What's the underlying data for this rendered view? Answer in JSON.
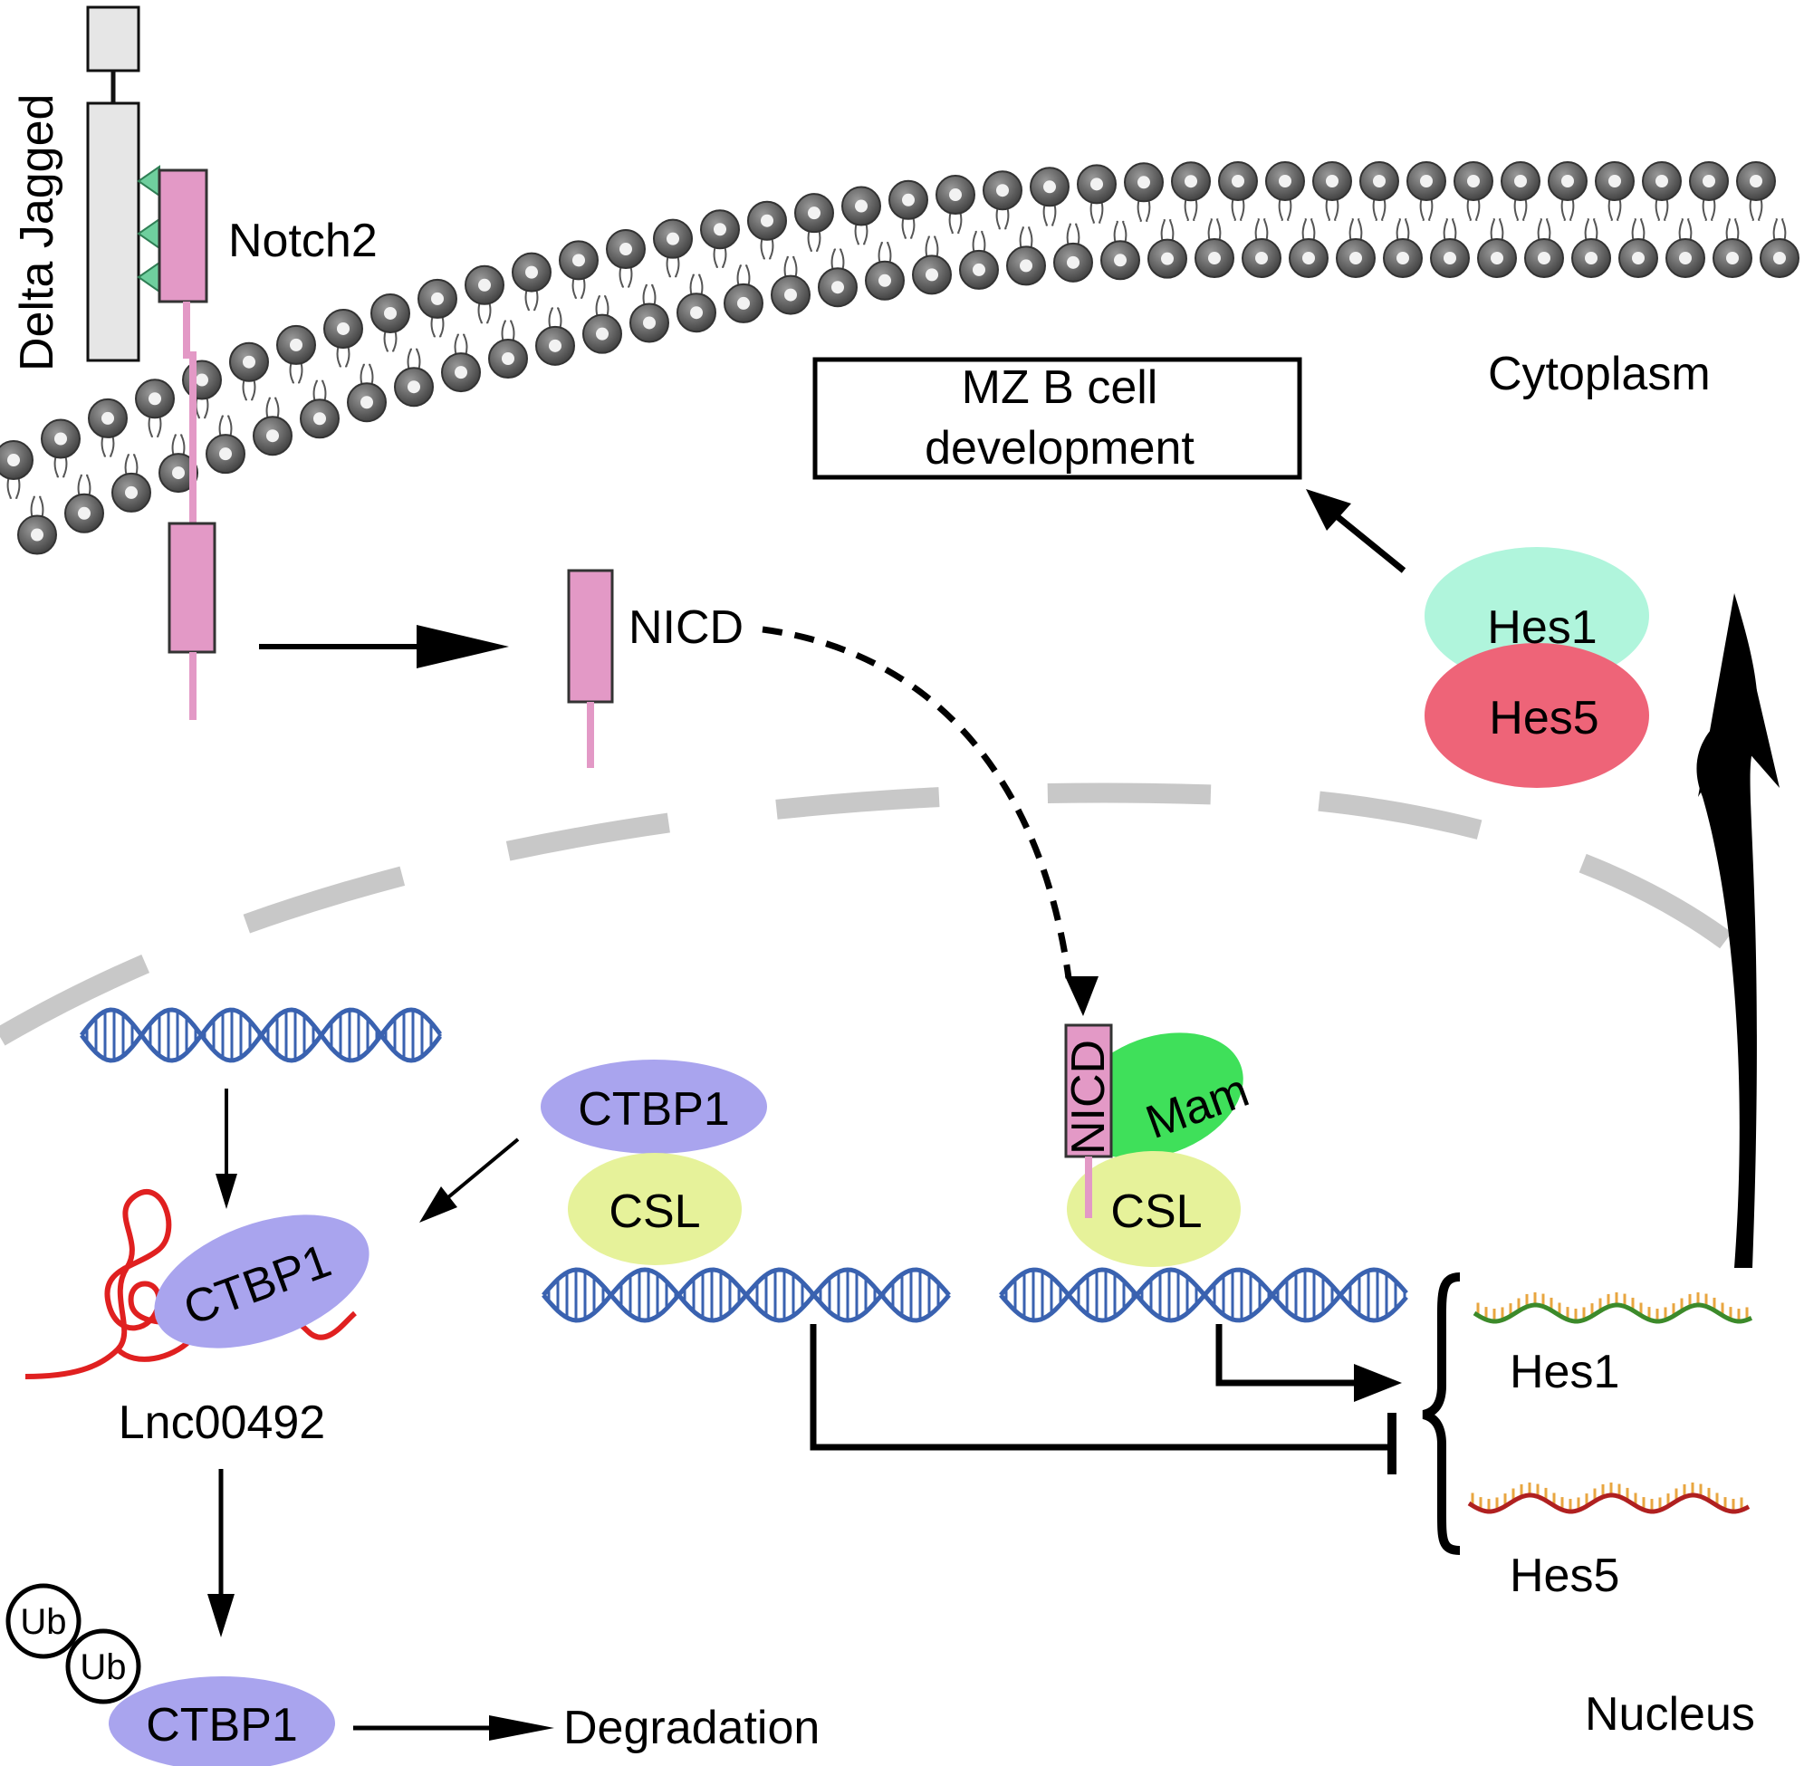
{
  "labels": {
    "delta_jagged": "Delta Jagged",
    "notch2": "Notch2",
    "cytoplasm": "Cytoplasm",
    "mz_line1": "MZ B cell",
    "mz_line2": "development",
    "nicd": "NICD",
    "nicd_nuclear": "NICD",
    "hes1_protein": "Hes1",
    "hes5_protein": "Hes5",
    "mam": "Mam",
    "ctbp1_top": "CTBP1",
    "csl_left": "CSL",
    "csl_right": "CSL",
    "ctbp1_lnc": "CTBP1",
    "lnc": "Lnc00492",
    "ub1": "Ub",
    "ub2": "Ub",
    "ctbp1_bottom": "CTBP1",
    "degradation": "Degradation",
    "hes1_gene": "Hes1",
    "hes5_gene": "Hes5",
    "nucleus": "Nucleus"
  },
  "colors": {
    "notch_pink": "#e399c6",
    "ligand_gray": "#e6e6e6",
    "triangle_green": "#6fcf9e",
    "hes1_mint": "#b0f5dc",
    "hes5_red": "#ee6478",
    "ctbp1_lavender": "#a9a4ee",
    "csl_lime": "#e6f29a",
    "mam_green": "#3fe05a",
    "dna_blue": "#3a62b0",
    "lnc_red": "#e02020",
    "hes1_mrna_green": "#3c8a2a",
    "hes5_mrna_red": "#b02020",
    "mrna_tick_orange": "#e8a640",
    "envelope_gray": "#c8c8c8",
    "lipid_dark": "#555555"
  }
}
